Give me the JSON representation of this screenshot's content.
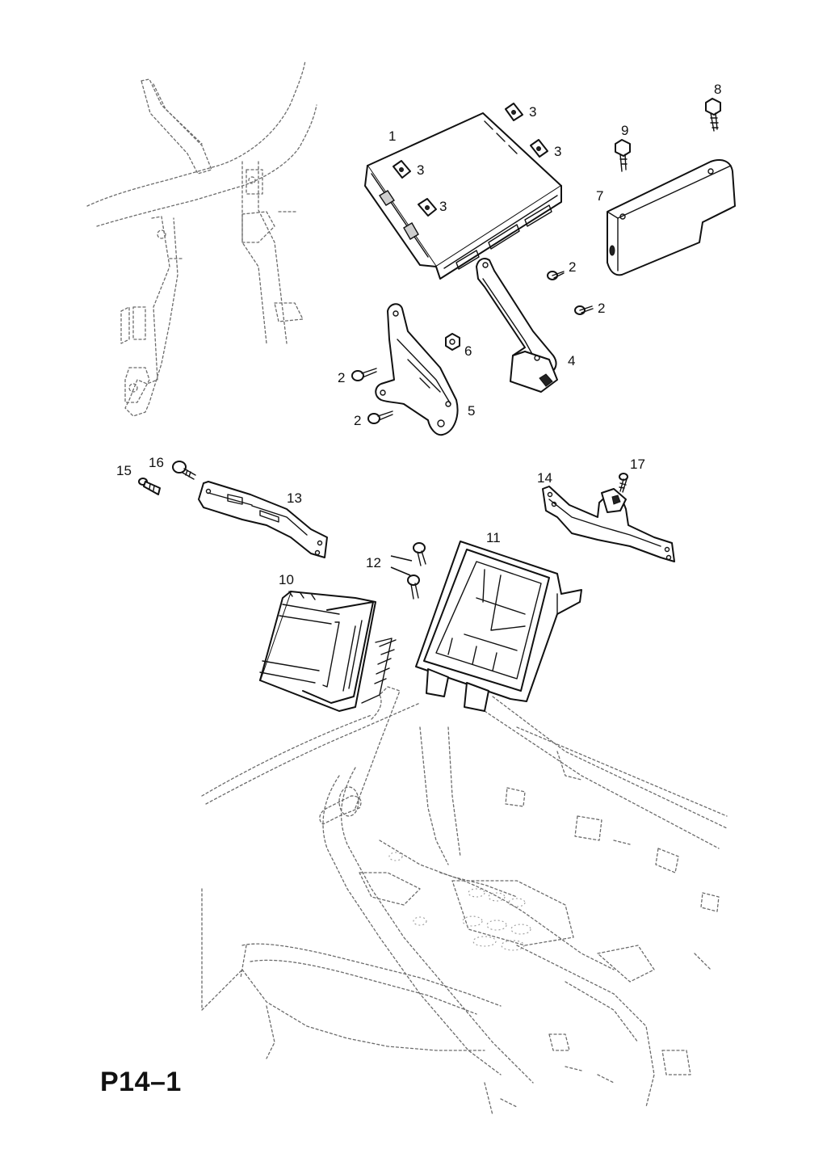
{
  "page_code": "P14–1",
  "callouts": {
    "c1": "1",
    "c2a": "2",
    "c2b": "2",
    "c2c": "2",
    "c2d": "2",
    "c3a": "3",
    "c3b": "3",
    "c3c": "3",
    "c3d": "3",
    "c4": "4",
    "c5": "5",
    "c6": "6",
    "c7": "7",
    "c8": "8",
    "c9": "9",
    "c10": "10",
    "c11": "11",
    "c12": "12",
    "c13": "13",
    "c14": "14",
    "c15": "15",
    "c16": "16",
    "c17": "17"
  },
  "style": {
    "ink": "#111111",
    "ghost_lines": "#6b6b6b",
    "background": "#ffffff"
  }
}
